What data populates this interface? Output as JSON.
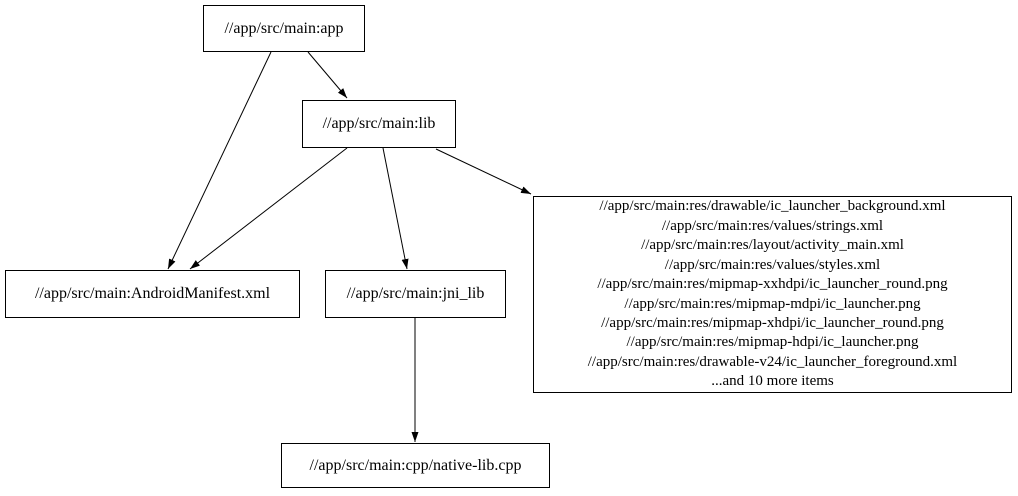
{
  "diagram": {
    "type": "dependency-graph",
    "background_color": "#ffffff",
    "node_fill_color": "#ffffff",
    "node_border_color": "#000000",
    "text_color": "#000000",
    "edge_color": "#000000",
    "nodes": {
      "app": {
        "label": "//app/src/main:app"
      },
      "lib": {
        "label": "//app/src/main:lib"
      },
      "manifest": {
        "label": "//app/src/main:AndroidManifest.xml"
      },
      "jni_lib": {
        "label": "//app/src/main:jni_lib"
      },
      "native_lib": {
        "label": "//app/src/main:cpp/native-lib.cpp"
      },
      "resources": {
        "lines": [
          "//app/src/main:res/drawable/ic_launcher_background.xml",
          "//app/src/main:res/values/strings.xml",
          "//app/src/main:res/layout/activity_main.xml",
          "//app/src/main:res/values/styles.xml",
          "//app/src/main:res/mipmap-xxhdpi/ic_launcher_round.png",
          "//app/src/main:res/mipmap-mdpi/ic_launcher.png",
          "//app/src/main:res/mipmap-xhdpi/ic_launcher_round.png",
          "//app/src/main:res/mipmap-hdpi/ic_launcher.png",
          "//app/src/main:res/drawable-v24/ic_launcher_foreground.xml",
          "...and 10 more items"
        ]
      }
    },
    "edges": [
      {
        "from": "app",
        "to": "manifest"
      },
      {
        "from": "app",
        "to": "lib"
      },
      {
        "from": "lib",
        "to": "manifest"
      },
      {
        "from": "lib",
        "to": "jni_lib"
      },
      {
        "from": "lib",
        "to": "resources"
      },
      {
        "from": "jni_lib",
        "to": "native_lib"
      }
    ]
  }
}
